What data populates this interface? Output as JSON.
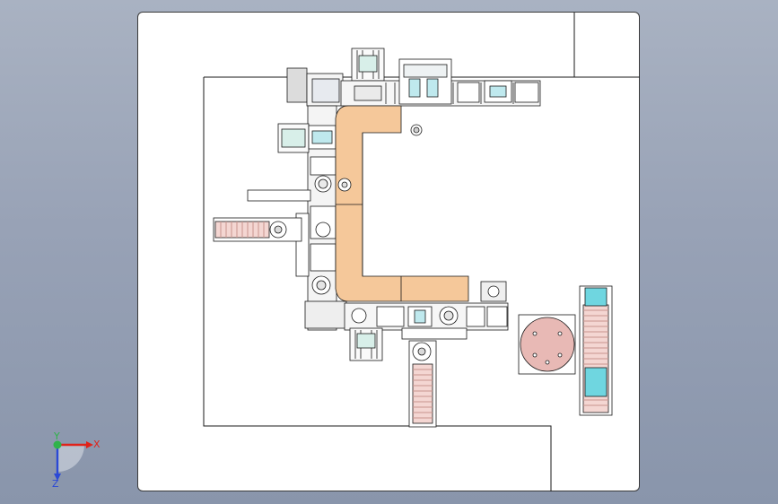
{
  "viewport": {
    "background": "#9aa4b8",
    "sheet_color": "#ffffff"
  },
  "drawing": {
    "line_color": "#1a1a1a",
    "accent_conveyor_color": "#f5c89a",
    "roller_color": "#e3b3aa",
    "pallet_color": "#6fd6e0",
    "turntable_color": "#e8b9b5"
  },
  "triad": {
    "x_label": "X",
    "y_label": "Y",
    "z_label": "Z",
    "x_color": "#e0231a",
    "y_color": "#2fb34a",
    "z_color": "#2b49d6"
  }
}
